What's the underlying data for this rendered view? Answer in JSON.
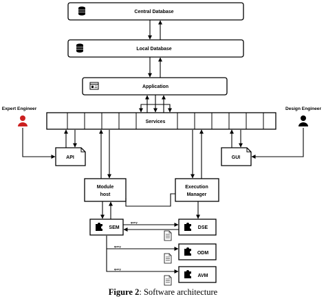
{
  "boxes": {
    "central_database": "Central Database",
    "local_database": "Local Database",
    "application": "Application",
    "services": "Services",
    "api": "API",
    "gui": "GUI",
    "module_host_line1": "Module",
    "module_host_line2": "host",
    "execution_manager_line1": "Execution",
    "execution_manager_line2": "Manager",
    "sem": "SEM",
    "dse": "DSE",
    "odm": "ODM",
    "avm": "AVM"
  },
  "actors": {
    "expert_engineer": "Expert Engineer",
    "design_engineer": "Design Engineer"
  },
  "edge_labels": {
    "query_dse": "query",
    "query_odm": "query",
    "query_avm": "query"
  },
  "caption": {
    "figure_number": "Figure 2",
    "separator": ": ",
    "text": "Software architecture"
  },
  "colors": {
    "expert_engineer_icon": "#cc2020",
    "design_engineer_icon": "#000000",
    "box_stroke": "#000000",
    "box_fill": "#ffffff"
  },
  "icons": {
    "database": "database-icon",
    "application": "window-icon",
    "module": "puzzle-piece-icon",
    "document": "document-icon",
    "person": "person-icon"
  }
}
